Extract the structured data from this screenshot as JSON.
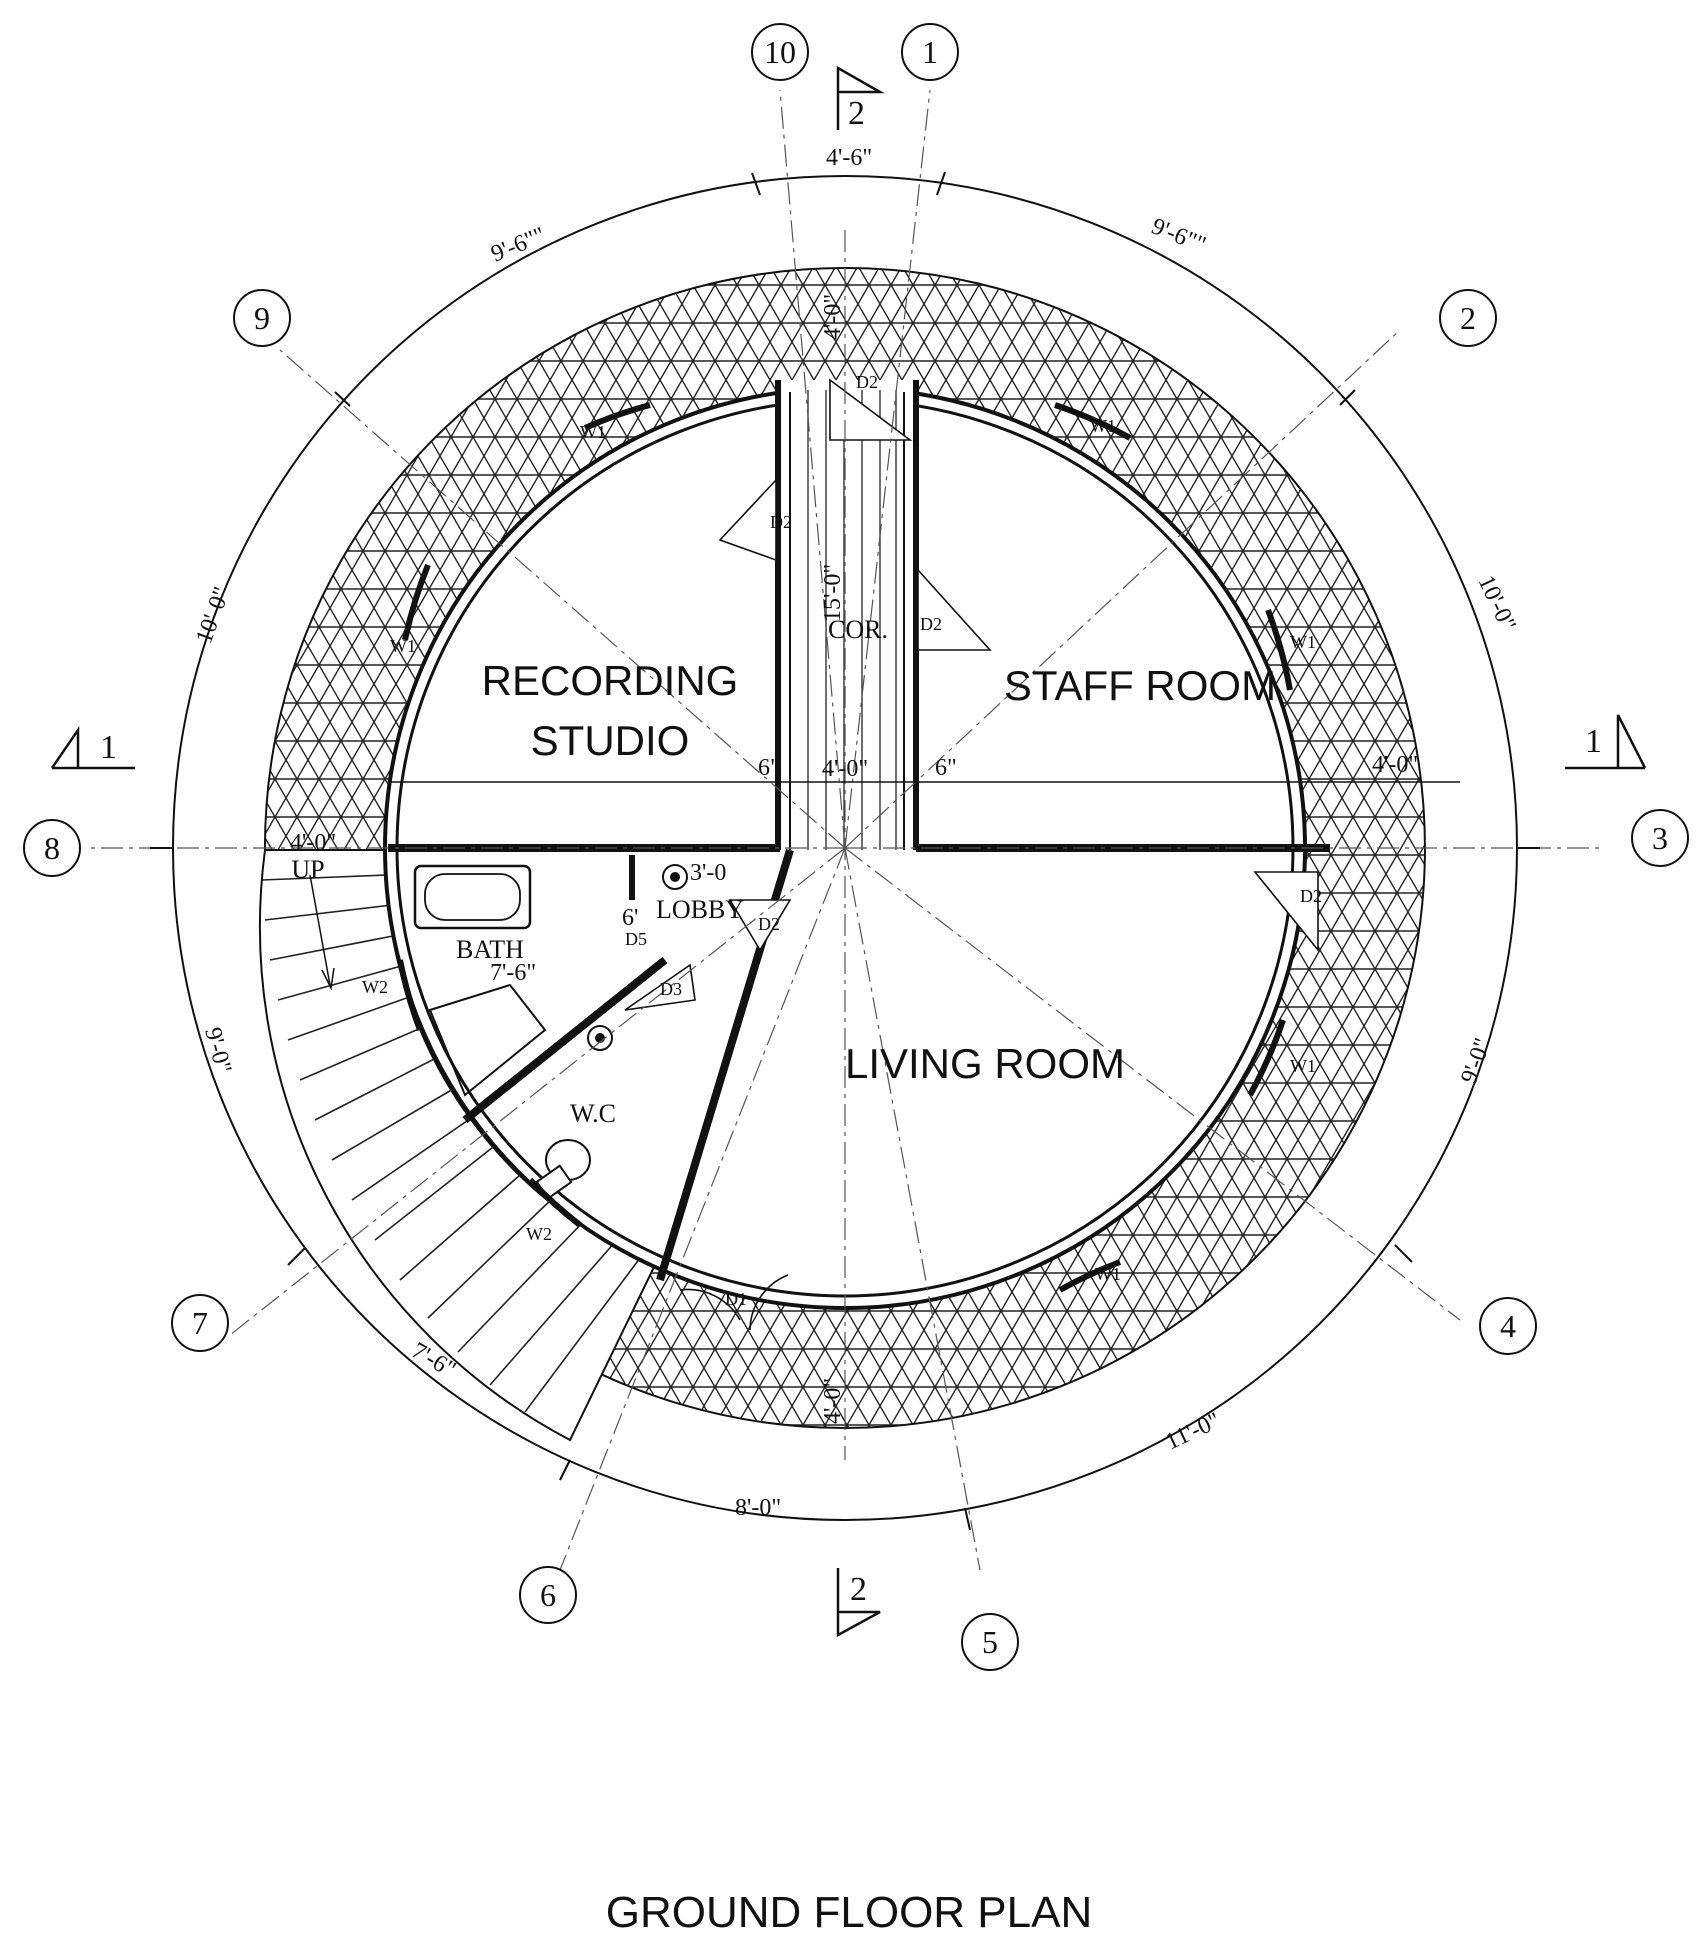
{
  "title": "GROUND FLOOR PLAN",
  "rooms": {
    "recording_line1": "RECORDING",
    "recording_line2": "STUDIO",
    "staff": "STAFF ROOM",
    "living": "LIVING ROOM",
    "bath": "BATH",
    "wc": "W.C",
    "lobby": "LOBBY",
    "corridor": "COR.",
    "up": "UP"
  },
  "grid_labels": [
    "1",
    "2",
    "3",
    "4",
    "5",
    "6",
    "7",
    "8",
    "9",
    "10"
  ],
  "outer_dimensions": {
    "d_10_1": "4'-6\"",
    "d_1_2": "9'-6\"\"",
    "d_2_3": "10'-0\"",
    "d_3_4": "9'-0\"",
    "d_4_5": "11'-0\"",
    "d_5_6": "8'-0\"",
    "d_6_7": "7'-6\"",
    "d_7_8": "9'-0\"",
    "d_8_9": "10'-0\"",
    "d_9_10": "9'-6\"\""
  },
  "inner_dimensions": {
    "cor_length": "15'-0\"",
    "cor_width": "4'-0\"",
    "top_wall": "4'-0\"",
    "bottom_wall": "4'-0\"",
    "right_terrace": "4'-0\"",
    "left_terrace": "4'-0\"",
    "wall_left": "6\"",
    "wall_right": "6\"",
    "bath_width": "7'-6\"",
    "lobby_a": "6'",
    "lobby_b": "3'-0"
  },
  "doors": [
    "D1",
    "D2",
    "D3",
    "D5"
  ],
  "windows": [
    "W1",
    "W2"
  ],
  "section_marks": {
    "section1": "1",
    "section2": "2"
  }
}
